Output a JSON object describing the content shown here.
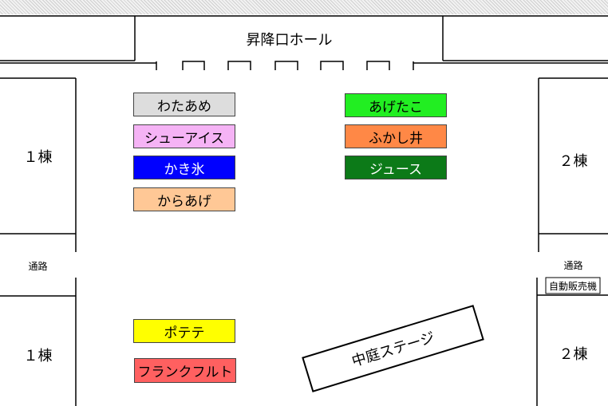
{
  "hall": {
    "label": "昇降口ホール"
  },
  "buildings": {
    "left_top": "１棟",
    "left_bottom": "１棟",
    "right_top": "２棟",
    "right_bottom": "２棟"
  },
  "passages": {
    "left": "通路",
    "right": "通路"
  },
  "vending_machine": "自動販売機",
  "stage": "中庭ステージ",
  "stalls": [
    {
      "name": "わたあめ",
      "color": "#dddddd"
    },
    {
      "name": "シューアイス",
      "color": "#f5b3f5"
    },
    {
      "name": "かき氷",
      "color": "#0000ff"
    },
    {
      "name": "からあげ",
      "color": "#ffc896"
    },
    {
      "name": "あげたこ",
      "color": "#22ee22"
    },
    {
      "name": "ふかし井",
      "color": "#ff8846"
    },
    {
      "name": "ジュース",
      "color": "#0c7a18"
    },
    {
      "name": "ポテテ",
      "color": "#ffff00"
    },
    {
      "name": "フランクフルト",
      "color": "#ff6060"
    }
  ]
}
